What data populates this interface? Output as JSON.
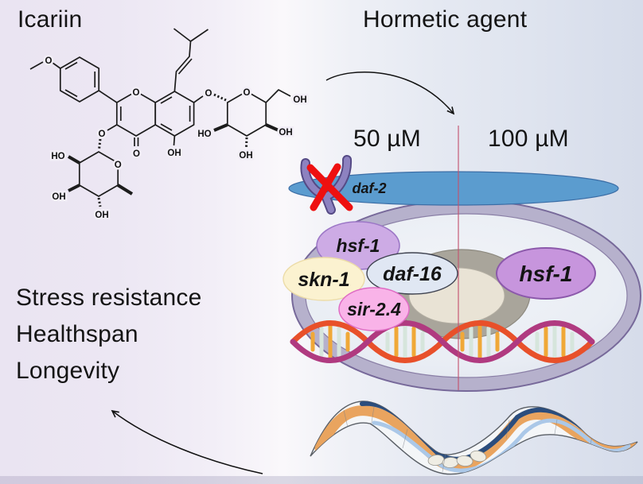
{
  "titles": {
    "compound": "Icariin",
    "agent": "Hormetic agent"
  },
  "doses": {
    "low": "50 µM",
    "high": "100 µM"
  },
  "outcomes": {
    "line1": "Stress resistance",
    "line2": "Healthspan",
    "line3": "Longevity"
  },
  "genes": {
    "receptor": "daf-2",
    "hsf1_low": "hsf-1",
    "skn1": "skn-1",
    "daf16": "daf-16",
    "sir24": "sir-2.4",
    "hsf1_high": "hsf-1"
  },
  "chem": {
    "o": "O",
    "oh": "OH",
    "ho": "HO"
  },
  "colors": {
    "membrane_blue": "#5b9ccf",
    "cell_ring": "#b6b1cc",
    "cell_fill": "#ebeef5",
    "nucleus_ring": "#a9a59b",
    "nucleus_fill": "#e9e3d5",
    "hsf1_low_fill": "#cdabe5",
    "skn1_fill": "#fbf2d0",
    "daf16_fill": "#e0e7f3",
    "sir24_fill": "#f9b3e8",
    "hsf1_high_fill": "#c795dd",
    "receptor_purple": "#7d71b4",
    "block_x_red": "#ee1010",
    "divider_pink": "#c4526e",
    "dna_strand_red": "#e8502a",
    "dna_strand_magenta": "#b03a80",
    "dna_rung_orange": "#f0a838",
    "dna_rung_pale": "#d6e5dc",
    "worm_intestine_orange": "#e9a45f",
    "worm_band_blue": "#2b4d7d"
  }
}
